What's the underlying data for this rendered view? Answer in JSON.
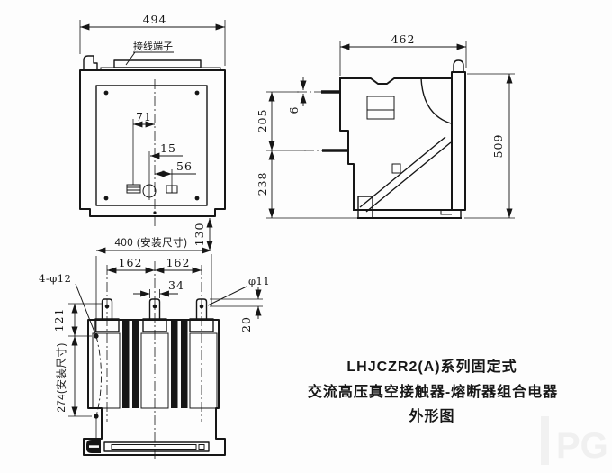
{
  "colors": {
    "ink": "#161616",
    "paper": "#fdfdfd",
    "watermark": "#f0f0f0"
  },
  "front_view": {
    "width": "494",
    "terminal_label": "接线端子",
    "dim_71": "71",
    "dim_15": "15",
    "dim_56": "56",
    "dim_130": "130"
  },
  "side_view": {
    "width": "462",
    "rod_thickness": "6",
    "dim_205": "205",
    "dim_238": "238",
    "height": "509"
  },
  "bottom_view": {
    "mounting_width": "400 (安装尺寸)",
    "pitch_left": "162",
    "pitch_right": "162",
    "dim_34": "34",
    "mounting_holes": "4-φ12",
    "terminal_hole": "φ11",
    "dim_20": "20",
    "dim_121": "121",
    "mounting_height": "274(安装尺寸)"
  },
  "title_block": {
    "line1": "LHJCZR2(A)系列固定式",
    "line2": "交流高压真空接触器-熔断器组合电器",
    "line3": "外形图"
  },
  "watermark": {
    "text": "PG"
  }
}
